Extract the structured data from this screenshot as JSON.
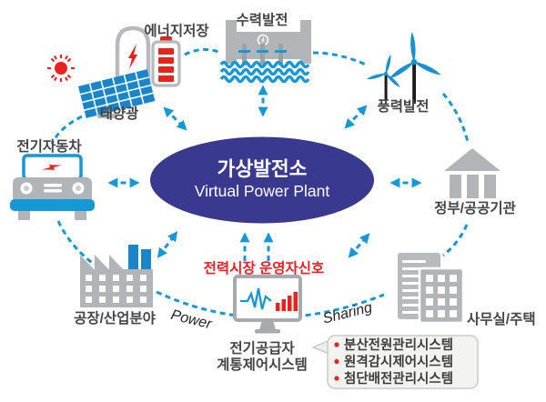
{
  "center": {
    "title_ko": "가상발전소",
    "title_en": "Virtual Power Plant"
  },
  "nodes": {
    "energy_storage": "에너지저장",
    "hydro": "수력발전",
    "wind": "풍력발전",
    "solar": "태양광",
    "ev": "전기자동차",
    "government": "정부/공공기관",
    "factory": "공장/산업분야",
    "offices": "사무실/주택",
    "supplier_line1": "전기공급자",
    "supplier_line2": "계통제어시스템"
  },
  "annotations": {
    "signal": "전력시장 운영자신호",
    "power": "Power",
    "sharing": "Sharing"
  },
  "callout": {
    "items": [
      "분산전원관리시스템",
      "원격감시제어시스템",
      "첨단배전관리시스템"
    ]
  },
  "colors": {
    "blue": "#1697d6",
    "panel_blue": "#1a85c9",
    "navy": "#39398f",
    "red": "#e8231d",
    "red_text": "#ee1c23",
    "icon_gray": "#b1b5b8"
  }
}
